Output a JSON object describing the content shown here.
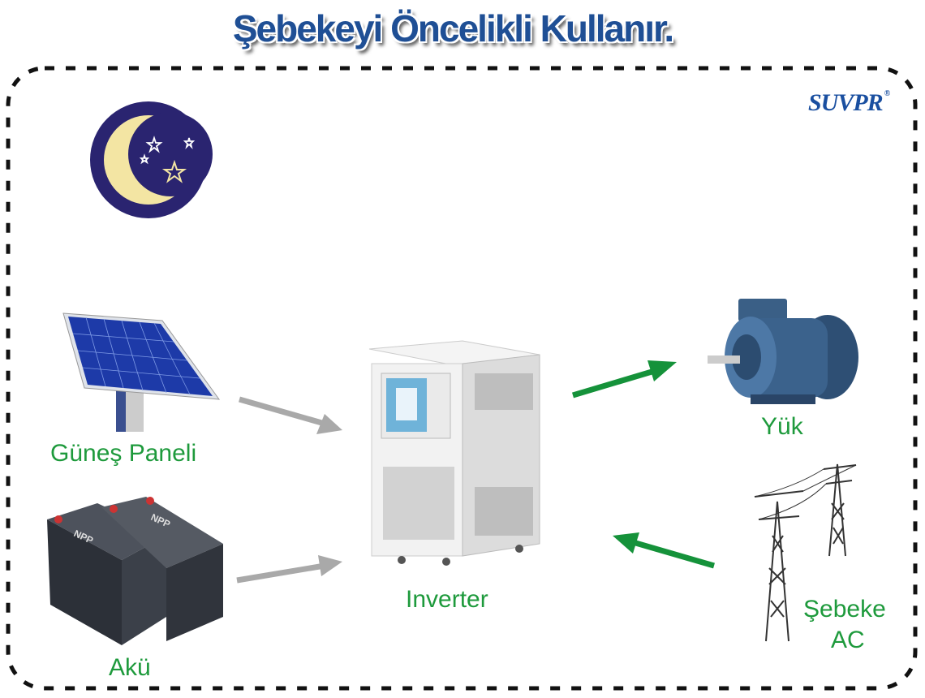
{
  "title": "Şebekeyi Öncelikli Kullanır.",
  "logo": {
    "text": "SUVPR",
    "mark": "®"
  },
  "labels": {
    "solar_panel": "Güneş Paneli",
    "battery": "Akü",
    "inverter": "Inverter",
    "load": "Yük",
    "grid_line1": "Şebeke",
    "grid_line2": "AC"
  },
  "colors": {
    "label": "#1e9a3c",
    "title": "#1f4f95",
    "green_arrow": "#15923a",
    "gray_arrow": "#a9a9a9",
    "moon_bg": "#2a2470",
    "moon": "#f3e5a3"
  }
}
